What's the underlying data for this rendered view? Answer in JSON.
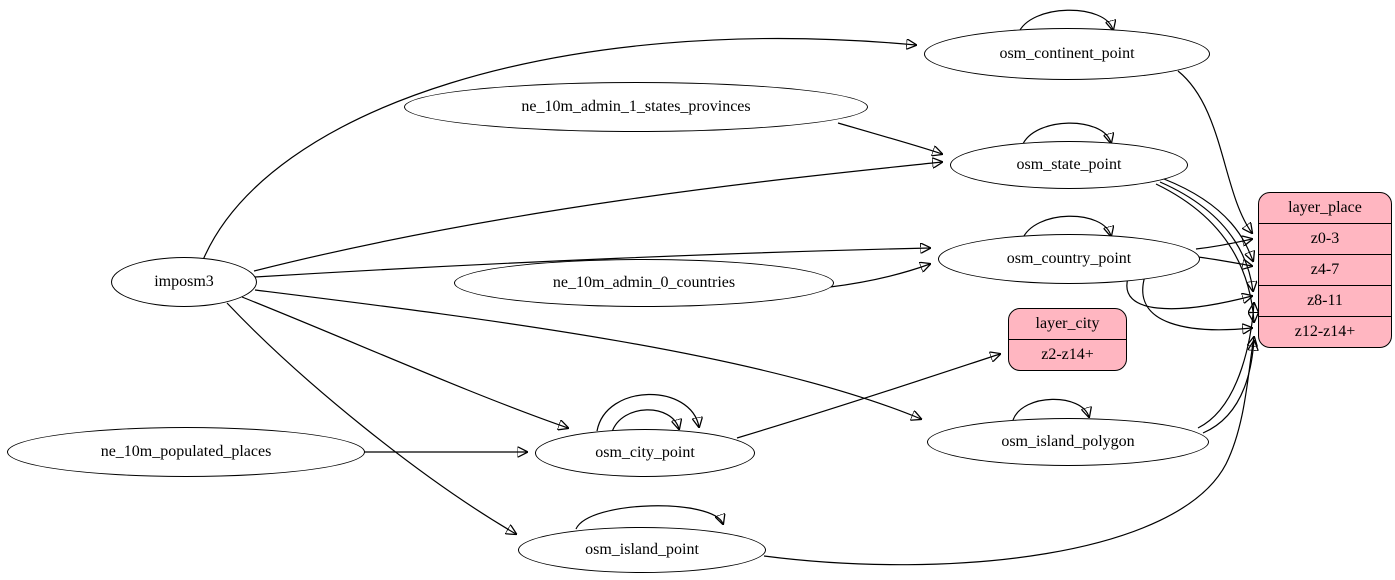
{
  "colors": {
    "background": "#ffffff",
    "node_fill": "#ffffff",
    "record_fill": "#ffb6c1",
    "stroke": "#000000"
  },
  "nodes": {
    "imposm3": {
      "label": "imposm3"
    },
    "ne_states": {
      "label": "ne_10m_admin_1_states_provinces"
    },
    "ne_countries": {
      "label": "ne_10m_admin_0_countries"
    },
    "ne_places": {
      "label": "ne_10m_populated_places"
    },
    "continent": {
      "label": "osm_continent_point"
    },
    "state": {
      "label": "osm_state_point"
    },
    "country": {
      "label": "osm_country_point"
    },
    "city": {
      "label": "osm_city_point"
    },
    "island_polygon": {
      "label": "osm_island_polygon"
    },
    "island_point": {
      "label": "osm_island_point"
    },
    "layer_place": {
      "title": "layer_place",
      "rows": [
        "z0-3",
        "z4-7",
        "z8-11",
        "z12-z14+"
      ]
    },
    "layer_city": {
      "title": "layer_city",
      "rows": [
        "z2-z14+"
      ]
    }
  },
  "edges": [
    {
      "from": "imposm3",
      "to": "osm_continent_point"
    },
    {
      "from": "imposm3",
      "to": "osm_state_point"
    },
    {
      "from": "imposm3",
      "to": "osm_country_point"
    },
    {
      "from": "imposm3",
      "to": "osm_city_point"
    },
    {
      "from": "imposm3",
      "to": "osm_island_polygon"
    },
    {
      "from": "imposm3",
      "to": "osm_island_point"
    },
    {
      "from": "ne_10m_admin_1_states_provinces",
      "to": "osm_state_point"
    },
    {
      "from": "ne_10m_admin_0_countries",
      "to": "osm_country_point"
    },
    {
      "from": "ne_10m_populated_places",
      "to": "osm_city_point"
    },
    {
      "from": "osm_continent_point",
      "to": "osm_continent_point"
    },
    {
      "from": "osm_state_point",
      "to": "osm_state_point"
    },
    {
      "from": "osm_country_point",
      "to": "osm_country_point"
    },
    {
      "from": "osm_city_point",
      "to": "osm_city_point"
    },
    {
      "from": "osm_city_point",
      "to": "osm_city_point"
    },
    {
      "from": "osm_island_polygon",
      "to": "osm_island_polygon"
    },
    {
      "from": "osm_island_point",
      "to": "osm_island_point"
    },
    {
      "from": "osm_continent_point",
      "to": "layer_place",
      "port": "z0-3"
    },
    {
      "from": "osm_country_point",
      "to": "layer_place",
      "port": "z0-3"
    },
    {
      "from": "osm_country_point",
      "to": "layer_place",
      "port": "z4-7"
    },
    {
      "from": "osm_country_point",
      "to": "layer_place",
      "port": "z8-11"
    },
    {
      "from": "osm_country_point",
      "to": "layer_place",
      "port": "z12-z14+"
    },
    {
      "from": "osm_state_point",
      "to": "layer_place",
      "port": "z4-7"
    },
    {
      "from": "osm_state_point",
      "to": "layer_place",
      "port": "z8-11"
    },
    {
      "from": "osm_state_point",
      "to": "layer_place",
      "port": "z12-z14+"
    },
    {
      "from": "osm_island_polygon",
      "to": "layer_place",
      "port": "z8-11"
    },
    {
      "from": "osm_island_polygon",
      "to": "layer_place",
      "port": "z12-z14+"
    },
    {
      "from": "osm_island_point",
      "to": "layer_place",
      "port": "z12-z14+"
    },
    {
      "from": "osm_city_point",
      "to": "layer_city",
      "port": "z2-z14+"
    }
  ]
}
